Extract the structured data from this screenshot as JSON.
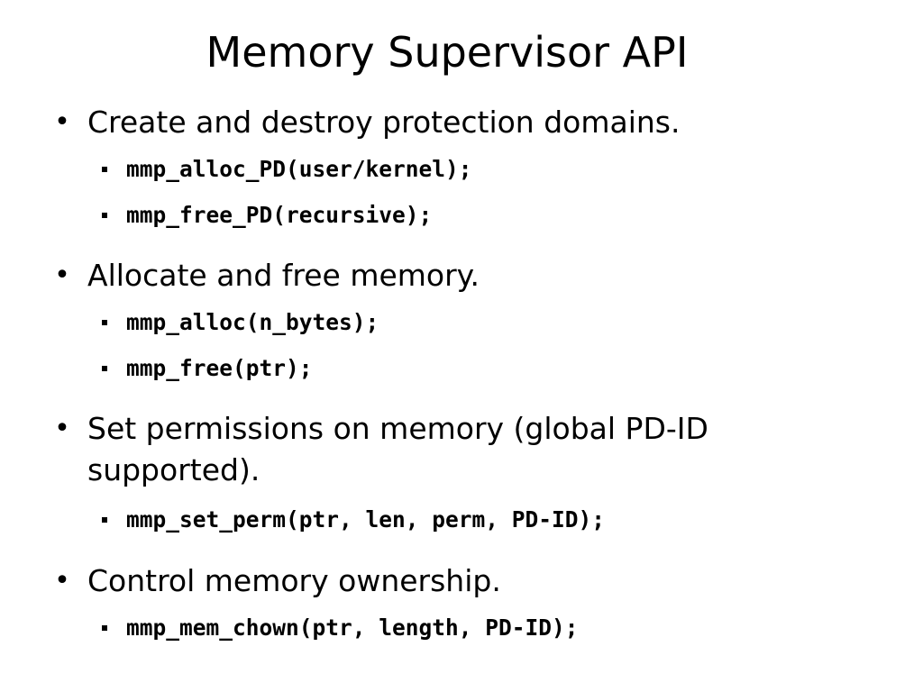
{
  "slide": {
    "title": "Memory Supervisor API",
    "items": [
      {
        "text": "Create and destroy protection domains.",
        "sub": [
          "mmp_alloc_PD(user/kernel);",
          "mmp_free_PD(recursive);"
        ]
      },
      {
        "text": "Allocate and free memory.",
        "sub": [
          "mmp_alloc(n_bytes);",
          "mmp_free(ptr);"
        ]
      },
      {
        "text_line1": "Set permissions on memory (global PD-ID",
        "text_line2": "supported).",
        "sub": [
          "mmp_set_perm(ptr, len, perm, PD-ID);"
        ]
      },
      {
        "text": "Control memory ownership.",
        "sub": [
          "mmp_mem_chown(ptr, length, PD-ID);"
        ]
      }
    ]
  }
}
